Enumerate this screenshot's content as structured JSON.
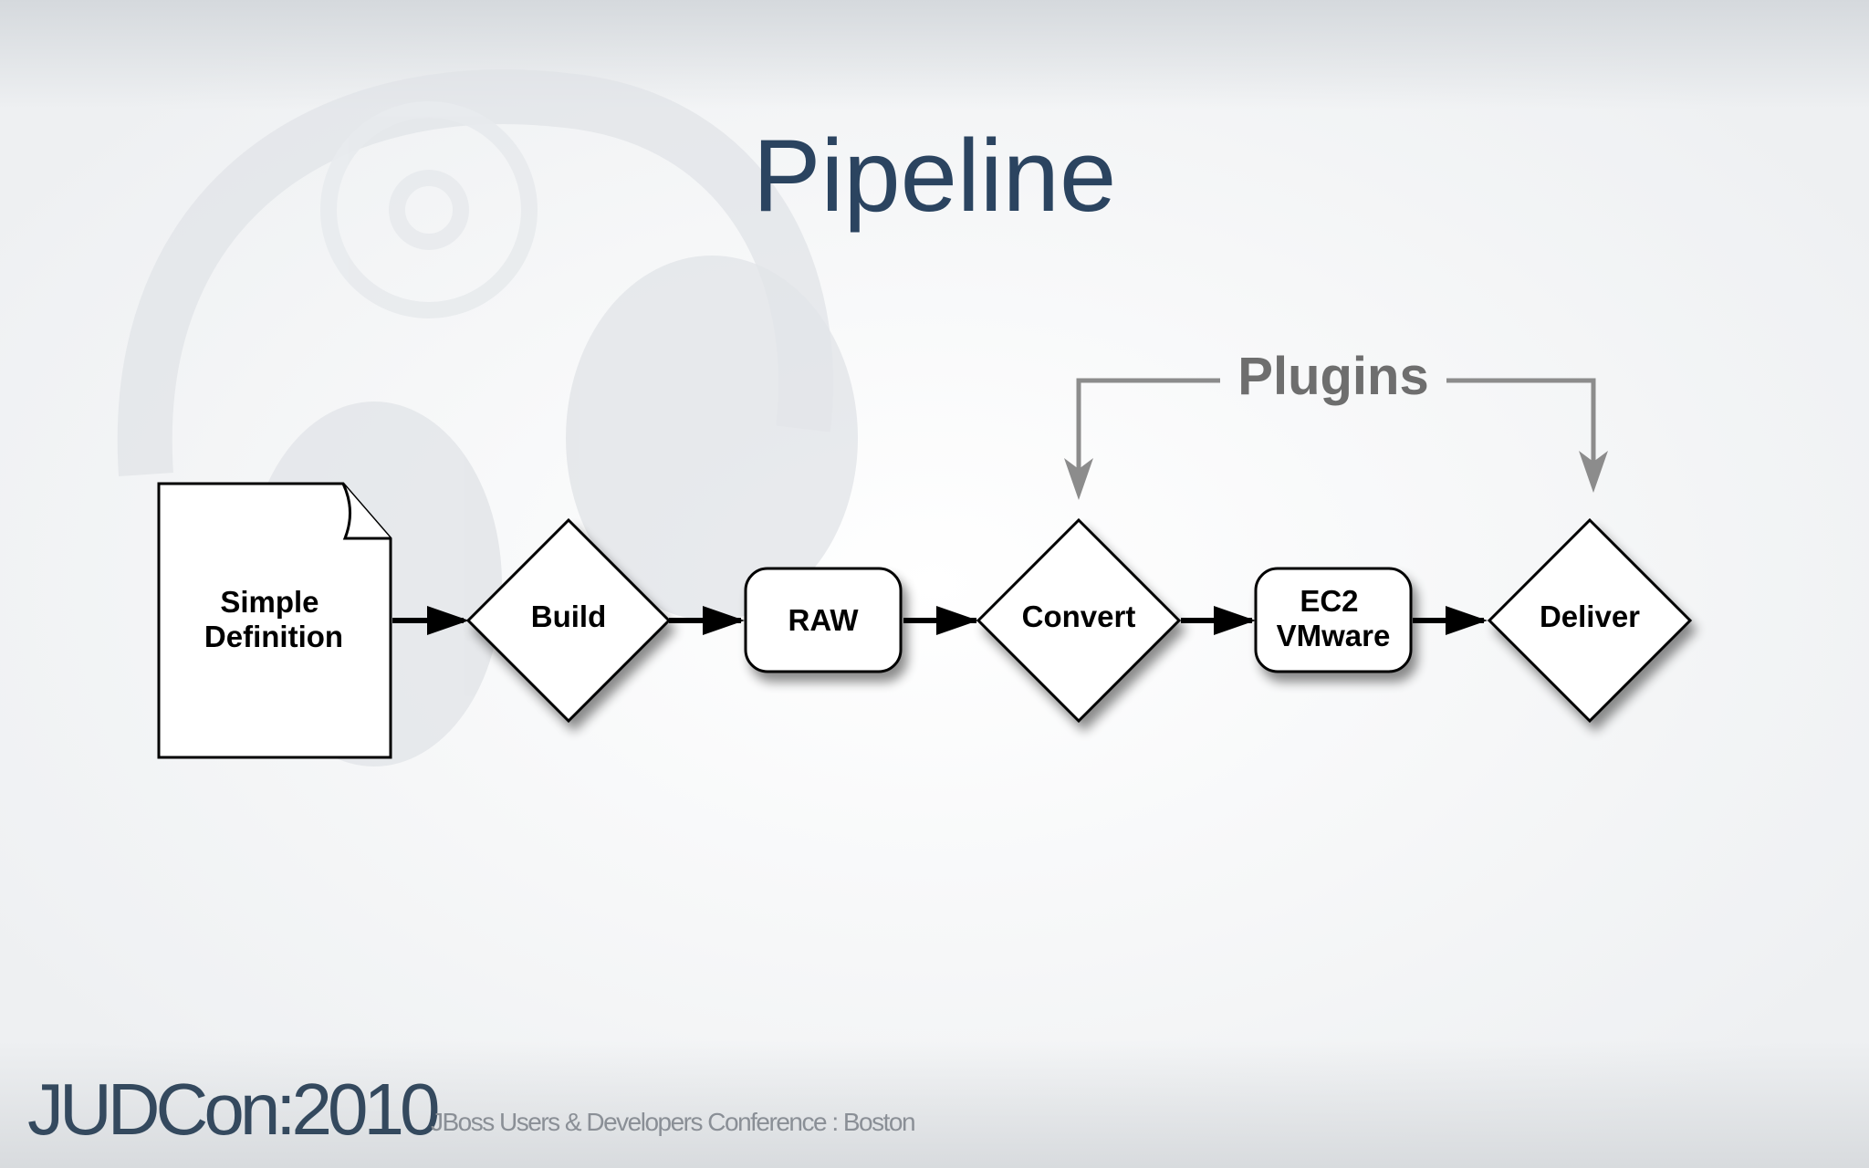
{
  "slide": {
    "title": "Pipeline",
    "logo": "JUDCon:2010",
    "conference": "JBoss Users & Developers Conference : Boston"
  },
  "diagram": {
    "group_label": "Plugins",
    "nodes": [
      {
        "id": "simple-definition",
        "shape": "document",
        "lines": [
          "Simple",
          "Definition"
        ]
      },
      {
        "id": "build",
        "shape": "diamond",
        "lines": [
          "Build"
        ]
      },
      {
        "id": "raw",
        "shape": "rounded-rect",
        "lines": [
          "RAW"
        ]
      },
      {
        "id": "convert",
        "shape": "diamond",
        "lines": [
          "Convert"
        ]
      },
      {
        "id": "ec2-vmware",
        "shape": "rounded-rect",
        "lines": [
          "EC2",
          "VMware"
        ]
      },
      {
        "id": "deliver",
        "shape": "diamond",
        "lines": [
          "Deliver"
        ]
      }
    ],
    "edges": [
      [
        "simple-definition",
        "build"
      ],
      [
        "build",
        "raw"
      ],
      [
        "raw",
        "convert"
      ],
      [
        "convert",
        "ec2-vmware"
      ],
      [
        "ec2-vmware",
        "deliver"
      ]
    ],
    "plugin_targets": [
      "convert",
      "deliver"
    ]
  },
  "colors": {
    "title": "#2b4460",
    "node_stroke": "#000000",
    "node_fill": "#ffffff",
    "plugins": "#8c8c8c",
    "logo": "#34495e"
  }
}
